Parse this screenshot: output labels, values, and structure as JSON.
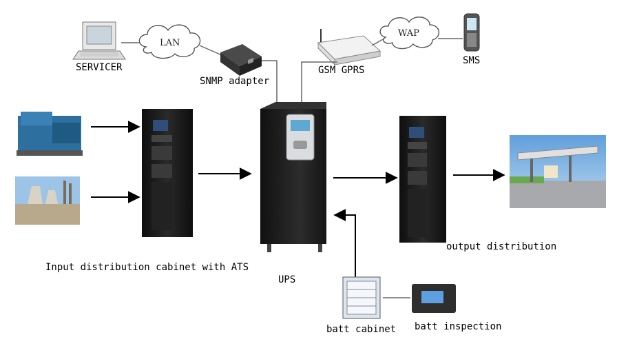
{
  "labels": {
    "servicer": "SERVICER",
    "lan": "LAN",
    "snmp_adapter": "SNMP adapter",
    "gsm_gprs": "GSM GPRS",
    "wap": "WAP",
    "sms": "SMS",
    "input_cabinet": "Input distribution cabinet with ATS",
    "ups": "UPS",
    "output_distribution": "output distribution",
    "batt_cabinet": "batt cabinet",
    "batt_inspection": "batt inspection"
  },
  "colors": {
    "cabinet": "#1a1a1a",
    "cabinet_panel": "#2b2b2b",
    "ups_display": "#5fa8d3",
    "generator": "#2d6f9e",
    "sky": "#7fb6e6",
    "grass": "#6aa84f"
  },
  "icons": [
    "computer-icon",
    "cloud-icon",
    "snmp-adapter-icon",
    "router-icon",
    "phone-icon",
    "generator-image",
    "power-plant-image",
    "cabinet-icon",
    "ups-icon",
    "toll-station-image",
    "battery-cabinet-icon",
    "battery-monitor-icon"
  ]
}
